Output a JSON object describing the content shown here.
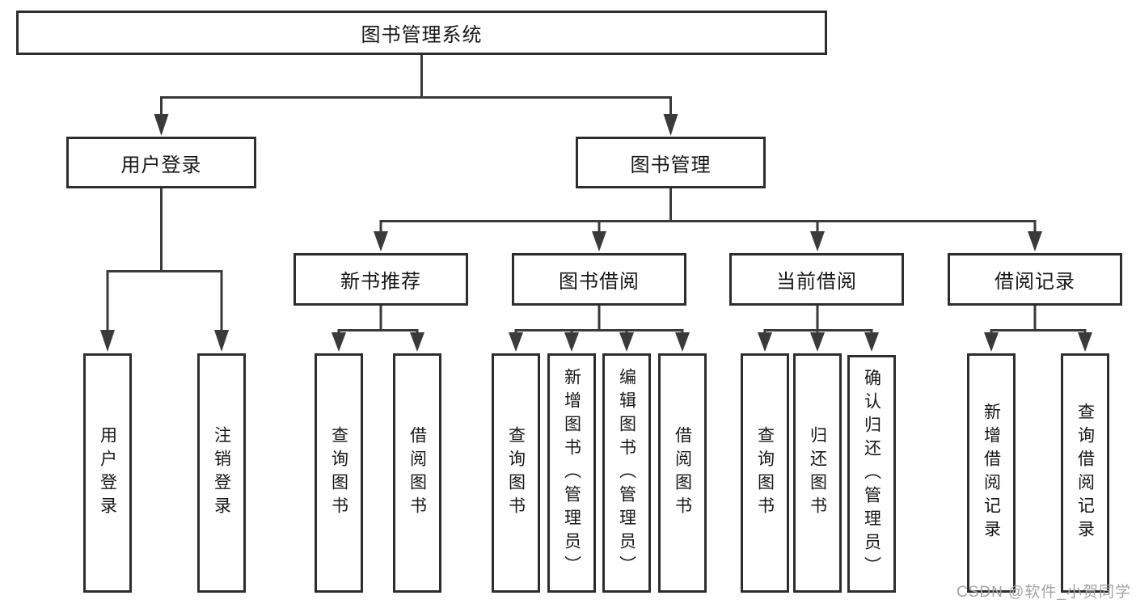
{
  "colors": {
    "background": "#ffffff",
    "line": "#3a3a3a",
    "box_border": "#2d2d2d",
    "text": "#161616",
    "watermark": "#a3a3a3"
  },
  "tree": {
    "label": "图书管理系统",
    "children": [
      {
        "label": "用户登录",
        "children": [
          {
            "label": "用户登录"
          },
          {
            "label": "注销登录"
          }
        ]
      },
      {
        "label": "图书管理",
        "children": [
          {
            "label": "新书推荐",
            "children": [
              {
                "label": "查询图书"
              },
              {
                "label": "借阅图书"
              }
            ]
          },
          {
            "label": "图书借阅",
            "children": [
              {
                "label": "查询图书"
              },
              {
                "label": "新增图书（管理员）"
              },
              {
                "label": "编辑图书（管理员）"
              },
              {
                "label": "借阅图书"
              }
            ]
          },
          {
            "label": "当前借阅",
            "children": [
              {
                "label": "查询图书"
              },
              {
                "label": "归还图书"
              },
              {
                "label": "确认归还（管理员）"
              }
            ]
          },
          {
            "label": "借阅记录",
            "children": [
              {
                "label": "新增借阅记录"
              },
              {
                "label": "查询借阅记录"
              }
            ]
          }
        ]
      }
    ]
  },
  "watermark": "CSDN @软件_小贺同学"
}
